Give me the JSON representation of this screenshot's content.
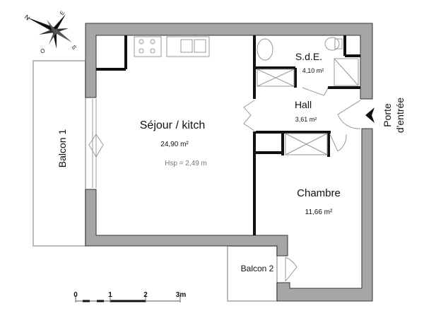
{
  "compass": {
    "n": "N",
    "e": "E",
    "s": "S",
    "o": "O"
  },
  "rooms": {
    "sejour": {
      "name": "Séjour / kitch",
      "area": "24,90 m²",
      "height": "Hsp = 2,49 m"
    },
    "sde": {
      "name": "S.d.E.",
      "area": "4,10 m²"
    },
    "hall": {
      "name": "Hall",
      "area": "3,61 m²"
    },
    "chambre": {
      "name": "Chambre",
      "area": "11,66 m²"
    },
    "balcon1": {
      "name": "Balcon 1"
    },
    "balcon2": {
      "name": "Balcon 2"
    }
  },
  "entrance": {
    "line1": "Porte",
    "line2": "d'entrée"
  },
  "scale": {
    "ticks": [
      "0",
      "1",
      "2",
      "3m"
    ]
  },
  "colors": {
    "wall": "#a6a6a6",
    "wall_stroke": "#333333",
    "fixture": "#9a9a9a"
  }
}
